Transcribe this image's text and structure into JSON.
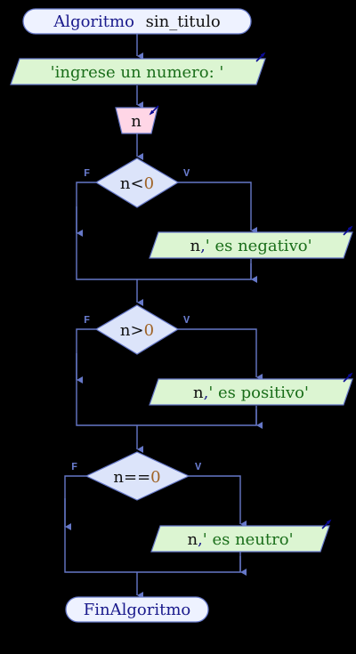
{
  "program": {
    "start_label": "Algoritmo",
    "name": "sin_titulo",
    "end_label": "FinAlgoritmo"
  },
  "output_1": {
    "text": "'ingrese un numero: '"
  },
  "input_1": {
    "var": "n"
  },
  "branch_labels": {
    "false": "F",
    "true": "V"
  },
  "decisions": [
    {
      "var": "n",
      "op": "<",
      "value": "0",
      "output": {
        "var": "n",
        "sep": ",",
        "text": "' es negativo'"
      }
    },
    {
      "var": "n",
      "op": ">",
      "value": "0",
      "output": {
        "var": "n",
        "sep": ",",
        "text": "' es positivo'"
      }
    },
    {
      "var": "n",
      "op": "==",
      "value": "0",
      "output": {
        "var": "n",
        "sep": ",",
        "text": "' es neutro'"
      }
    }
  ],
  "colors": {
    "background": "#000000",
    "line": "#6678c8",
    "terminal_fill": "#eef2ff",
    "output_fill": "#dcf5d2",
    "input_fill": "#ffd6e6",
    "decision_fill": "#dce4fa",
    "keyword": "#1a1a8c",
    "string": "#1a6e1a",
    "number": "#a06428",
    "variable": "#111111",
    "arrow_icon": "#0a0a96"
  },
  "icons": {
    "output_arrow": "output-arrow-icon",
    "input_arrow": "input-arrow-icon"
  }
}
